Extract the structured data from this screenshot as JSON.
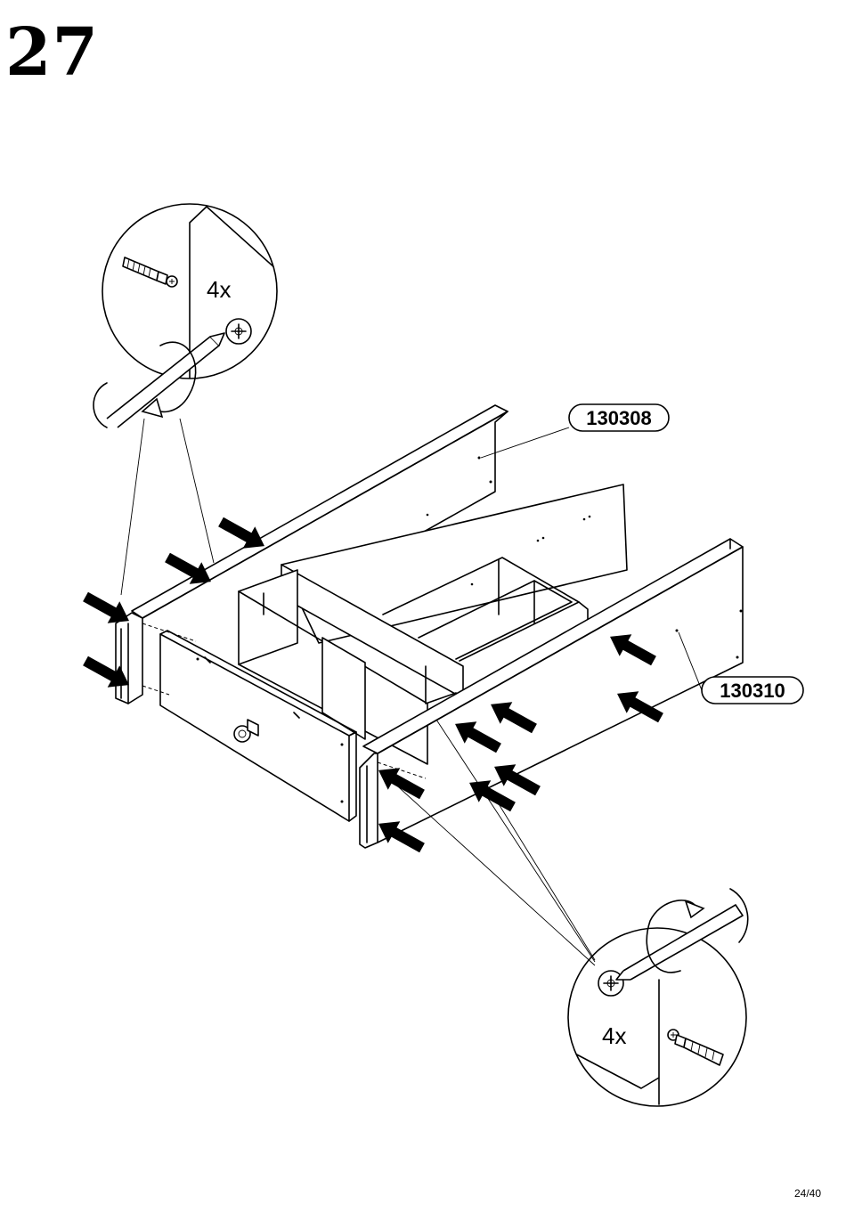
{
  "step": {
    "number": "27"
  },
  "callouts": {
    "top_left": {
      "quantity": "4x",
      "icons": [
        "screw-icon",
        "phillips-screwdriver-icon",
        "rotation-arrow-icon",
        "phillips-head-icon"
      ]
    },
    "bottom_right": {
      "quantity": "4x",
      "icons": [
        "screw-icon",
        "phillips-screwdriver-icon",
        "rotation-arrow-icon",
        "phillips-head-icon"
      ]
    }
  },
  "parts": [
    {
      "id": "130308"
    },
    {
      "id": "130310"
    }
  ],
  "footer": {
    "page": "24/40"
  }
}
